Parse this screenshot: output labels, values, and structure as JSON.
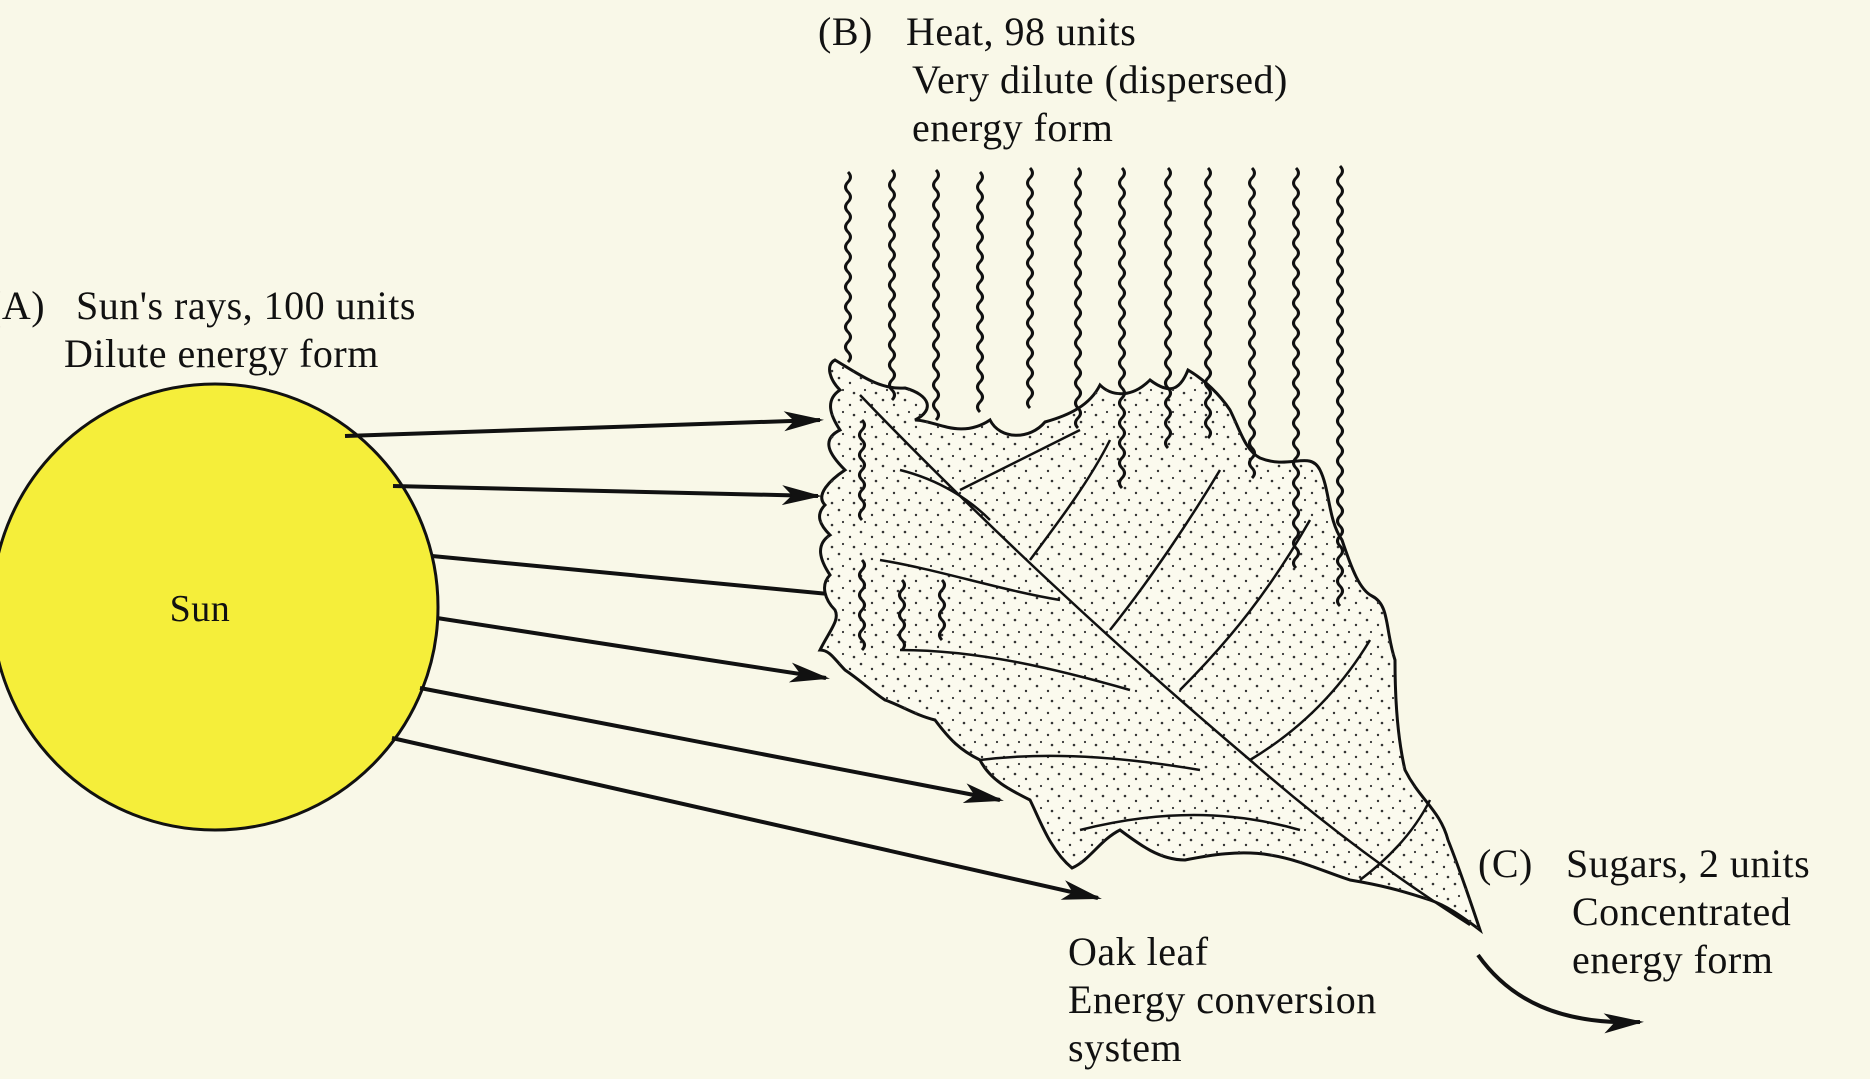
{
  "sun": {
    "label": "Sun",
    "color": "#f5ee3a"
  },
  "rays": {
    "tag": "(A)",
    "line1": "Sun's rays, 100 units",
    "line2": "Dilute energy form"
  },
  "heat": {
    "tag": "(B)",
    "line1": "Heat, 98 units",
    "line2": "Very dilute (dispersed)",
    "line3": "energy form"
  },
  "sugars": {
    "tag": "(C)",
    "line1": "Sugars, 2 units",
    "line2": "Concentrated",
    "line3": "energy form"
  },
  "leaf": {
    "line1": "Oak leaf",
    "line2": "Energy conversion",
    "line3": "system"
  },
  "colors": {
    "background": "#f9f8e8",
    "ink": "#111111",
    "sun_fill": "#f5ee3a",
    "leaf_fill": "#fbfaee"
  }
}
